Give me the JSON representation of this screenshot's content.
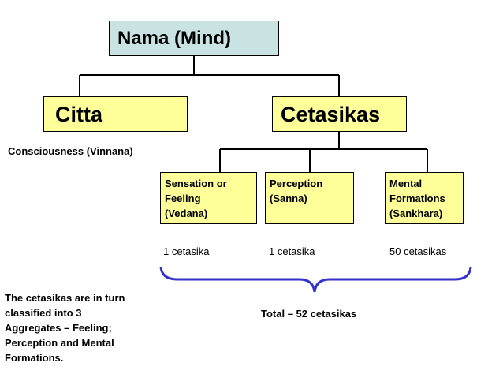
{
  "nodes": {
    "root": "Nama (Mind)",
    "citta": "Citta",
    "cetasikas": "Cetasikas",
    "sensation": [
      "Sensation or",
      "Feeling",
      "(Vedana)"
    ],
    "perception": [
      "Perception",
      "(Sanna)"
    ],
    "mental": [
      "Mental",
      "Formations",
      "(Sankhara)"
    ]
  },
  "labels": {
    "consciousness": "Consciousness  (Vinnana)",
    "sensation_count": "1 cetasika",
    "perception_count": "1 cetasika",
    "mental_count": "50 cetasikas",
    "total": "Total – 52 cetasikas"
  },
  "note": [
    "The cetasikas are in turn",
    "classified into 3",
    "Aggregates – Feeling;",
    "Perception and Mental",
    "Formations."
  ],
  "colors": {
    "root_fill": "#c9e3e3",
    "node_fill": "#ffff99",
    "brace": "#3333cc"
  }
}
